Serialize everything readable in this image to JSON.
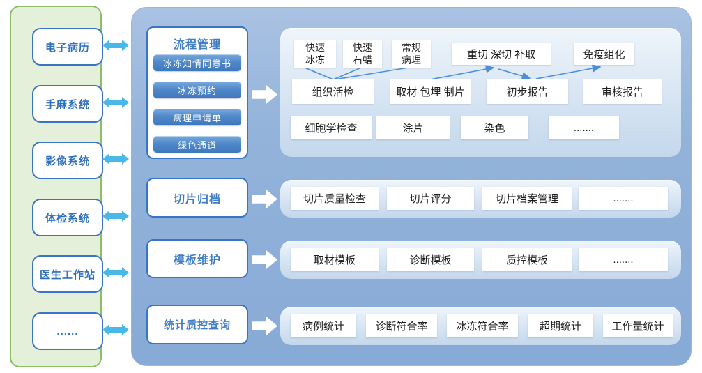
{
  "colors": {
    "accent_blue": "#3a74c4",
    "section_title_blue": "#3f7ec6",
    "cyan_arrow": "#49b8e8",
    "green_panel_bg": "#e4f0da",
    "green_panel_border": "#8abf68",
    "main_panel_blue": "#93b3da",
    "button_blue": "#4079bf",
    "connector_blue": "#4a90d8"
  },
  "left_panel": {
    "items": [
      {
        "label": "电子病历"
      },
      {
        "label": "手麻系统"
      },
      {
        "label": "影像系统"
      },
      {
        "label": "体检系统"
      },
      {
        "label": "医生工作站"
      },
      {
        "label": "......"
      }
    ]
  },
  "process_section": {
    "title": "流程管理",
    "buttons": [
      {
        "label": "冰冻知情同意书"
      },
      {
        "label": "冰冻预约"
      },
      {
        "label": "病理申请单"
      },
      {
        "label": "绿色通道"
      }
    ],
    "flow": {
      "fast_frozen": {
        "line1": "快速",
        "line2": "冰冻"
      },
      "fast_paraffin": {
        "line1": "快速",
        "line2": "石蜡"
      },
      "routine_pathology": {
        "line1": "常规",
        "line2": "病理"
      },
      "recut": "重切 深切 补取",
      "immunohistochemistry": "免疫组化",
      "tissue_biopsy": "组织活检",
      "sampling_embedding_sectioning": "取材 包埋 制片",
      "preliminary_report": "初步报告",
      "review_report": "审核报告",
      "cytology_exam": "细胞学检查",
      "smear": "涂片",
      "staining": "染色",
      "ellipsis": "......."
    }
  },
  "slide_archive_section": {
    "title": "切片归档",
    "items": [
      {
        "label": "切片质量检查"
      },
      {
        "label": "切片评分"
      },
      {
        "label": "切片档案管理"
      },
      {
        "label": "......."
      }
    ]
  },
  "template_section": {
    "title": "模板维护",
    "items": [
      {
        "label": "取材模板"
      },
      {
        "label": "诊断模板"
      },
      {
        "label": "质控模板"
      },
      {
        "label": "......."
      }
    ]
  },
  "stats_section": {
    "title": "统计质控查询",
    "items": [
      {
        "label": "病例统计"
      },
      {
        "label": "诊断符合率"
      },
      {
        "label": "冰冻符合率"
      },
      {
        "label": "超期统计"
      },
      {
        "label": "工作量统计"
      }
    ]
  }
}
